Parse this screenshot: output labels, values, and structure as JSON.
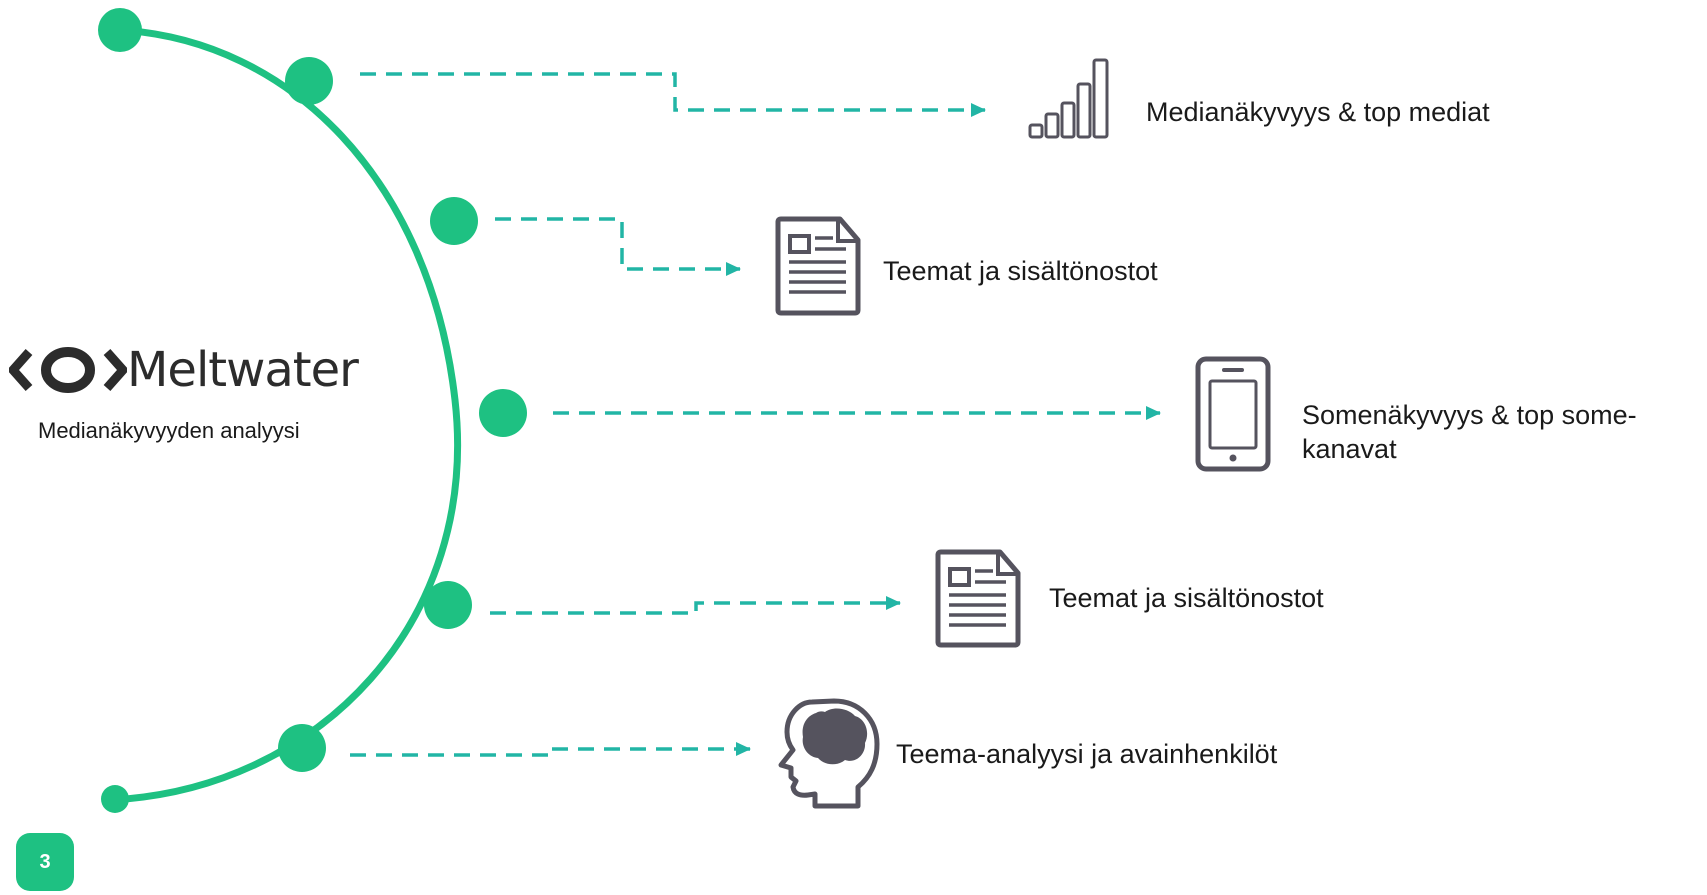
{
  "brand": {
    "name": "Meltwater",
    "subtitle": "Medianäkyvyyden analyysi",
    "accent_color": "#1ec182",
    "connector_color": "#22b5a5",
    "icon_color": "#55535e"
  },
  "items": [
    {
      "label": "Medianäkyvyys & top mediat",
      "icon": "bar-chart-icon"
    },
    {
      "label": "Teemat ja sisältönostot",
      "icon": "document-icon"
    },
    {
      "label": "Somenäkyvyys & top some-",
      "label_line2": "kanavat",
      "icon": "smartphone-icon"
    },
    {
      "label": "Teemat ja sisältönostot",
      "icon": "document-icon"
    },
    {
      "label": "Teema-analyysi ja avainhenkilöt",
      "icon": "head-brain-icon"
    }
  ],
  "page_number": "3"
}
